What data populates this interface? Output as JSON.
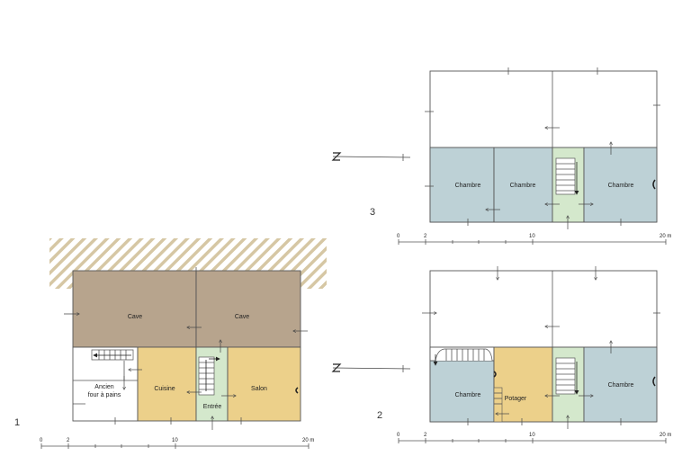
{
  "plans": {
    "plan1": {
      "number": "1",
      "rooms": {
        "cave_left": "Cave",
        "cave_right": "Cave",
        "four_line1": "Ancien",
        "four_line2": "four à pains",
        "cuisine": "Cuisine",
        "entree": "Entrée",
        "salon": "Salon"
      },
      "scale": {
        "s0": "0",
        "s2": "2",
        "s10": "10",
        "s20": "20 m"
      }
    },
    "plan2": {
      "number": "2",
      "rooms": {
        "chambre_left": "Chambre",
        "potager": "Potager",
        "chambre_right": "Chambre"
      },
      "scale": {
        "s0": "0",
        "s2": "2",
        "s10": "10",
        "s20": "20 m"
      }
    },
    "plan3": {
      "number": "3",
      "rooms": {
        "chambre_1": "Chambre",
        "chambre_2": "Chambre",
        "chambre_3": "Chambre"
      },
      "scale": {
        "s0": "0",
        "s2": "2",
        "s10": "10",
        "s20": "20 m"
      }
    }
  },
  "colors": {
    "cave": "#b7a48d",
    "kitchen": "#ecd08a",
    "stair": "#d4e8cc",
    "bedroom": "#bdd1d6",
    "hatch": "#d6c7a4"
  }
}
